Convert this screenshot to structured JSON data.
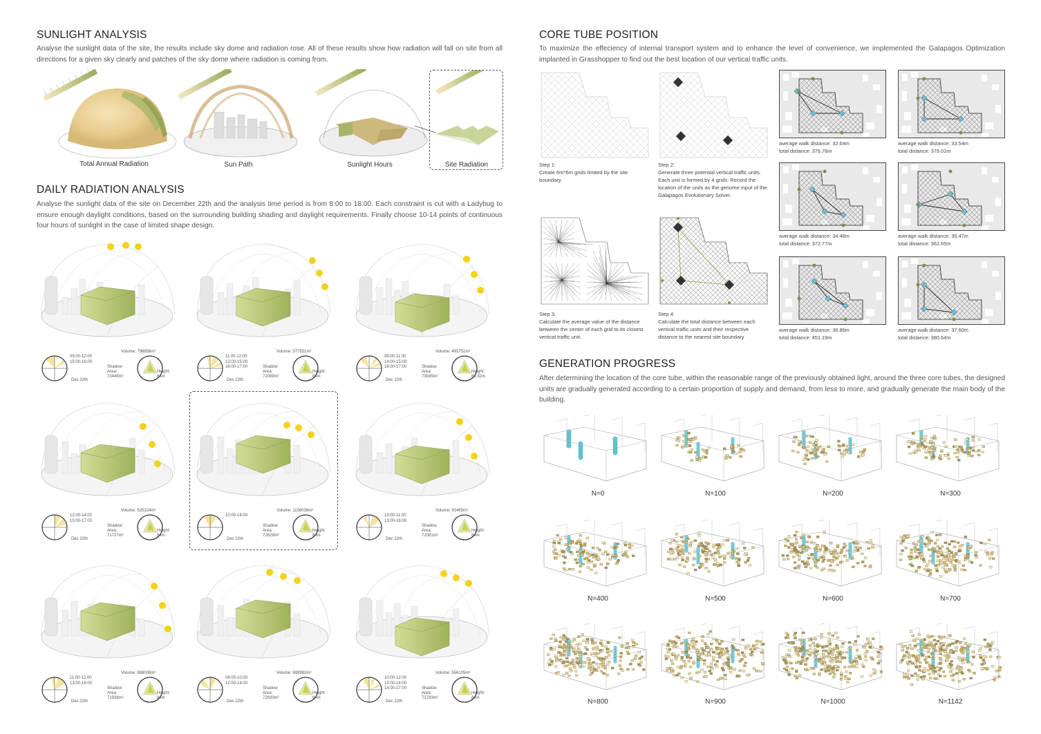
{
  "sunlight": {
    "title": "SUNLIGHT ANALYSIS",
    "text": "Analyse the sunlight data of the site, the results include sky dome and radiation rose. All of these results show how radiation will fall on site from all directions for a given sky clearly and patches of the sky dome where radiation is coming from.",
    "captions": [
      "Total Annual Radiation",
      "Sun Path",
      "Sunlight Hours",
      "Site Radiation"
    ]
  },
  "daily": {
    "title": "DAILY RADIATION ANALYSIS",
    "text": "Analyse the sunlight data of the site on December 22th and the analysis time period is from 8:00 to 18:00. Each constraint is cut with a Ladybug to ensure enough daylight conditions, based on the surrounding building shading and daylight requirements. Finally choose 10-14 points of continuous four hours of sunlight in the case of limited shape design.",
    "labels": {
      "volume": "Volume:",
      "shadow": "Shadow",
      "area": "Area:",
      "height": "Height:",
      "date": "Dec 22th"
    },
    "panels": [
      {
        "times": [
          "09:00-12:00",
          "15:00-16:00"
        ],
        "volume": "798858m³",
        "area": "73445m²",
        "height": "84m",
        "hours": [
          9,
          10,
          11,
          15
        ]
      },
      {
        "times": [
          "11:00-12:00",
          "13:00-15:00",
          "16:00-17:00"
        ],
        "volume": "577551m³",
        "area": "72088m²",
        "height": "84m",
        "hours": [
          11,
          13,
          14,
          16
        ]
      },
      {
        "times": [
          "09:00-11:00",
          "14:00-15:00",
          "16:00-17:00"
        ],
        "volume": "491751m³",
        "area": "73045m²",
        "height": "64.32m",
        "hours": [
          9,
          10,
          14,
          16
        ]
      },
      {
        "times": [
          "12:00-14:00",
          "15:00-17:00"
        ],
        "volume": "525224m³",
        "area": "71727m²",
        "height": "84m",
        "hours": [
          12,
          13,
          15,
          16
        ]
      },
      {
        "times": [
          "10:00-14:00"
        ],
        "volume": "1158038m³",
        "area": "72628m²",
        "height": "84m",
        "hours": [
          10,
          11,
          12,
          13
        ]
      },
      {
        "times": [
          "10:00-11:00",
          "13:00-16:00"
        ],
        "volume": "91465m³",
        "area": "72081m²",
        "height": "84m",
        "hours": [
          10,
          13,
          14,
          15
        ]
      },
      {
        "times": [
          "11:00-12:00",
          "13:00-16:00"
        ],
        "volume": "988008m³",
        "area": "71936m²",
        "height": "84m",
        "hours": [
          11,
          13,
          14,
          15
        ]
      },
      {
        "times": [
          "08:00-10:00",
          "12:00-14:00"
        ],
        "volume": "699982m³",
        "area": "72933m²",
        "height": "84m",
        "hours": [
          8,
          9,
          12,
          13
        ]
      },
      {
        "times": [
          "10:00-12:00",
          "13:00-14:00",
          "14:00-17:00"
        ],
        "volume": "556105m³",
        "area": "72783m²",
        "height": "84m",
        "hours": [
          10,
          11,
          13,
          16
        ]
      }
    ]
  },
  "core": {
    "title": "CORE TUBE POSITION",
    "text": "To maximize the effeciency of internal transport system and to enhance the level of convenience, we implemented the Galapagos Optimization implanted in Grasshopper to find out the best location of our vertical traffic units.",
    "steps": [
      {
        "label": "Step 1:",
        "text": "Create 6m*6m grids limited by the site boundary."
      },
      {
        "label": "Step 2:",
        "text": "Generate three potential vertical traffic units. Each unit is formed by 4 grids. Record the location of the units as the genome input of the Galapagos Evolutionary Solver."
      },
      {
        "label": "Step 3:",
        "text": "Calculate the average value of the distance between the center of each grid to its closest vertical traffic unit."
      },
      {
        "label": "Step 4:",
        "text": "Calculate the total distance between each vertical traffic units and their respective distance to the nearest site boundary"
      }
    ],
    "results": [
      {
        "avg": "average walk distance: 32.64m",
        "total": "total distance: 376.76m"
      },
      {
        "avg": "average walk distance: 33.54m",
        "total": "total distance: 379.01m"
      },
      {
        "avg": "average walk distance: 34.46m",
        "total": "total distance: 372.77m"
      },
      {
        "avg": "average walk distance: 35.47m",
        "total": "total distance: 362.65m"
      },
      {
        "avg": "average walk distance: 36.86m",
        "total": "total distance: 451.19m"
      },
      {
        "avg": "average walk distance: 37.60m",
        "total": "total distance: 380.64m"
      }
    ]
  },
  "generation": {
    "title": "GENERATION PROGRESS",
    "text": "After determining the location of the core tube, within the reasonable range of the previously obtained light, around the three core tubes, the designed units are gradually generated according to a certain proportion of supply and demand, from less to more, and gradually generate the main body of the building.",
    "labels": [
      "N=0",
      "N=100",
      "N=200",
      "N=300",
      "N=400",
      "N=500",
      "N=600",
      "N=700",
      "N=800",
      "N=900",
      "N=1000",
      "N=1142"
    ]
  },
  "colors": {
    "sun": "#f2d21a",
    "massing": "#bfcf7a",
    "teal": "#5fc6d6",
    "cube": "#c9b886"
  }
}
